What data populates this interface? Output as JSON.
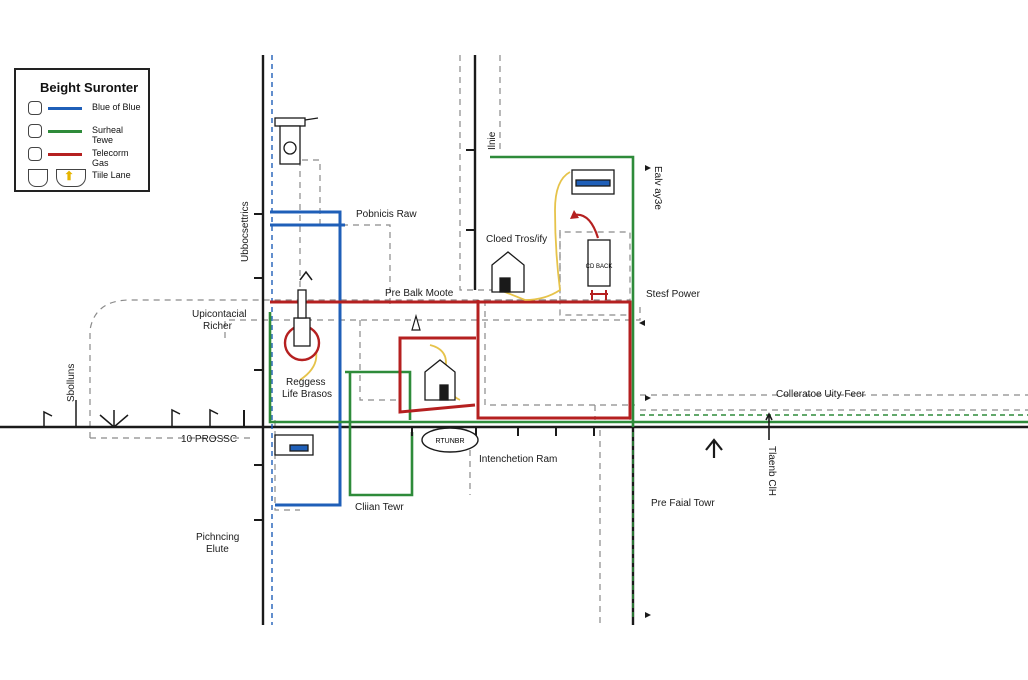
{
  "legend": {
    "title": "Beight Suronter",
    "items": [
      {
        "label": "Blue of Blue",
        "color": "#1f5fb8"
      },
      {
        "label": "Surheal Tewe",
        "color": "#2e8b3a"
      },
      {
        "label": "Telecorm Gas",
        "color": "#b52020"
      },
      {
        "label": "Tiile Lane",
        "icon": "arrow-up-icon",
        "icon_color": "#e6b400"
      }
    ]
  },
  "labels": {
    "pobnicis_raw": "Pobnicis Raw",
    "cloed_tros": "Cloed Tros/ify",
    "pre_balk_moote": "Pre Balk Moote",
    "stesf_power": "Stesf Power",
    "upicontacial": "Upicontacial",
    "richer": "Richer",
    "reggess": "Reggess",
    "life_brasos": "Life Brasos",
    "collerateo": "Colleratoe Uity Feer",
    "ten_prossc": "10 PROSSC",
    "intenchetion": "Intenchetion Ram",
    "cliian_tewr": "Cliian Tewr",
    "pre_faial_towr": "Pre Faial Towr",
    "pichncing": "Pichncing",
    "elute": "Elute",
    "sbolluns": "Sbolluns",
    "vert_left": "Ubbocsettrics",
    "vert_mid": "Ilnie",
    "vert_right": "Ealv ay3e",
    "vert_bottom": "Tlaenb ClH",
    "cd_box": "CD BACK",
    "hub_label": "RTUNBR"
  },
  "colors": {
    "blue": "#1f5fb8",
    "green": "#2e8b3a",
    "red": "#b52020",
    "yellow": "#e6c34a",
    "dashed": "#8a8a8a",
    "black": "#1a1a1a"
  }
}
